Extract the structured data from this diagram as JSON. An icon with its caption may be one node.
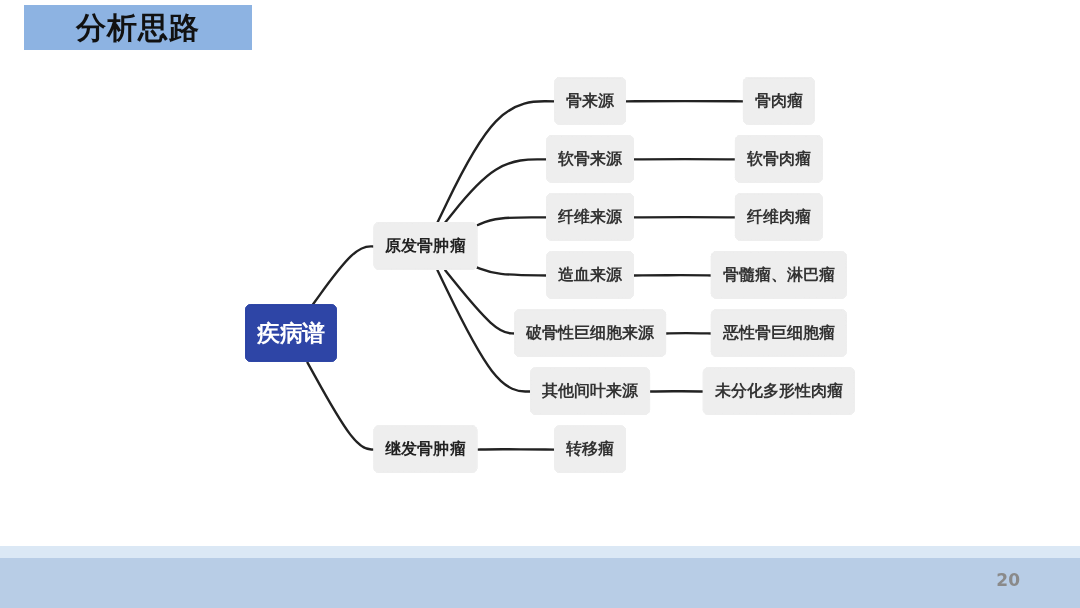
{
  "diagram": {
    "title": "分析思路",
    "nodes": [
      {
        "text": [
          "疾病谱"
        ]
      },
      {
        "text": [
          "原发骨肿瘤"
        ]
      },
      {
        "text": [
          "骨来源"
        ]
      },
      {
        "text": [
          "骨肉瘤"
        ]
      },
      {
        "text": [
          "软骨来源"
        ]
      },
      {
        "text": [
          "软骨肉瘤"
        ]
      },
      {
        "text": [
          "纤维来源"
        ]
      },
      {
        "text": [
          "纤维肉瘤"
        ]
      },
      {
        "text": [
          "造血来源"
        ]
      },
      {
        "text": [
          "骨髓瘤、淋巴瘤"
        ]
      },
      {
        "text": [
          "破骨性巨细胞来源"
        ]
      },
      {
        "text": [
          "恶性骨巨细胞瘤"
        ]
      },
      {
        "text": [
          "其他间叶来源"
        ]
      },
      {
        "text": [
          "未分化多形性肉瘤"
        ]
      },
      {
        "text": [
          "继发骨肿瘤"
        ]
      },
      {
        "text": [
          "转移瘤"
        ]
      }
    ],
    "edges": [
      {
        "from": 0,
        "to": 1,
        "arrow": "none"
      },
      {
        "from": 0,
        "to": 14,
        "arrow": "none"
      },
      {
        "from": 1,
        "to": 2,
        "arrow": "none"
      },
      {
        "from": 1,
        "to": 4,
        "arrow": "none"
      },
      {
        "from": 1,
        "to": 6,
        "arrow": "none"
      },
      {
        "from": 1,
        "to": 8,
        "arrow": "none"
      },
      {
        "from": 1,
        "to": 10,
        "arrow": "none"
      },
      {
        "from": 1,
        "to": 12,
        "arrow": "none"
      },
      {
        "from": 2,
        "to": 3,
        "arrow": "none"
      },
      {
        "from": 4,
        "to": 5,
        "arrow": "none"
      },
      {
        "from": 6,
        "to": 7,
        "arrow": "none"
      },
      {
        "from": 8,
        "to": 9,
        "arrow": "none"
      },
      {
        "from": 10,
        "to": 11,
        "arrow": "none"
      },
      {
        "from": 12,
        "to": 13,
        "arrow": "none"
      },
      {
        "from": 14,
        "to": 15,
        "arrow": "none"
      }
    ],
    "labels": [
      "20"
    ]
  }
}
